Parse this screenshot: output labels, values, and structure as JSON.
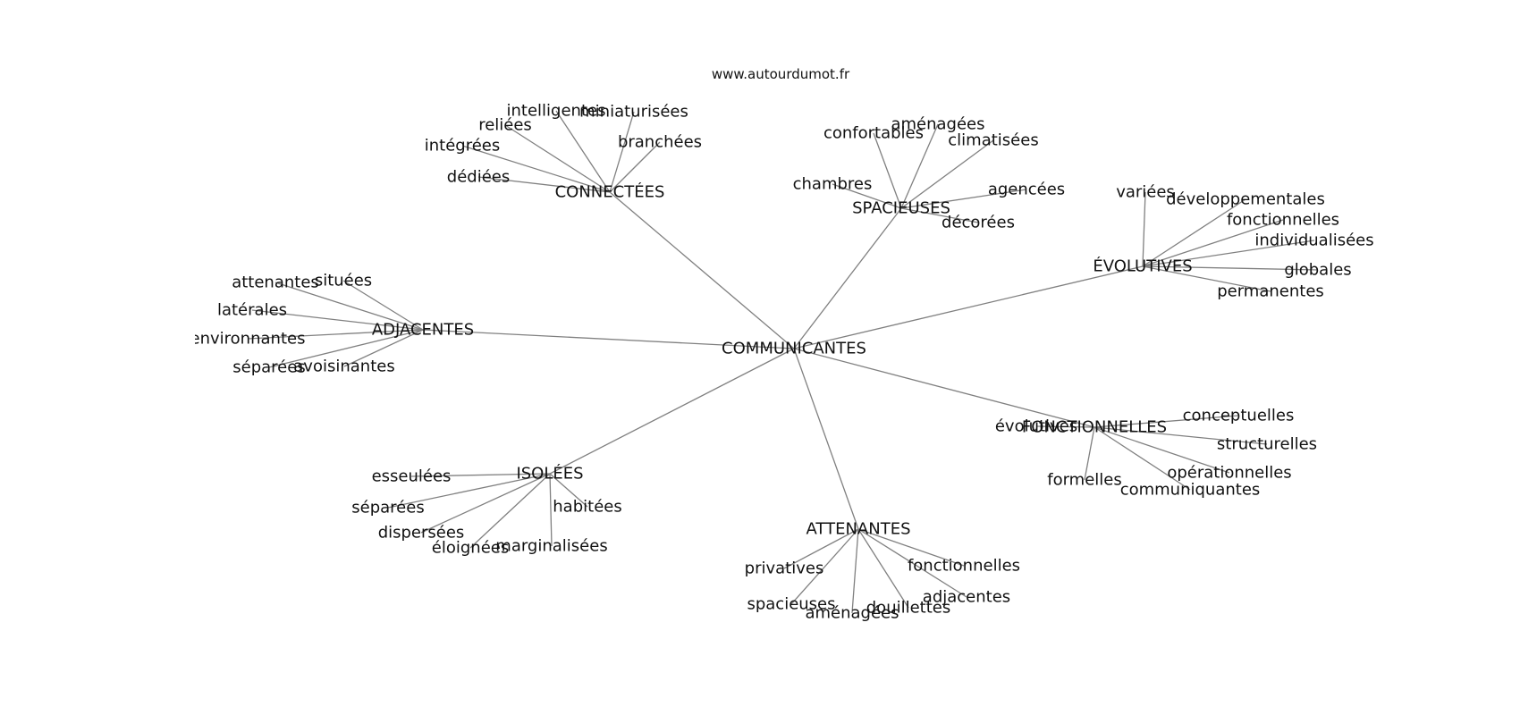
{
  "site": "www.autourdumot.fr",
  "root": "COMMUNICANTES",
  "groups": [
    {
      "hub": "CONNECTÉES",
      "leaves": [
        "intelligentes",
        "miniaturisées",
        "reliées",
        "branchées",
        "intégrées",
        "dédiées"
      ]
    },
    {
      "hub": "SPACIEUSES",
      "leaves": [
        "aménagées",
        "confortables",
        "climatisées",
        "chambres",
        "agencées",
        "décorées"
      ]
    },
    {
      "hub": "ÉVOLUTIVES",
      "leaves": [
        "variées",
        "développementales",
        "fonctionnelles",
        "individualisées",
        "globales",
        "permanentes"
      ]
    },
    {
      "hub": "ADJACENTES",
      "leaves": [
        "situées",
        "attenantes",
        "latérales",
        "environnantes",
        "séparées",
        "avoisinantes"
      ]
    },
    {
      "hub": "FONCTIONNELLES",
      "leaves": [
        "évolutives",
        "conceptuelles",
        "structurelles",
        "opérationnelles",
        "formelles",
        "communiquantes"
      ]
    },
    {
      "hub": "ISOLÉES",
      "leaves": [
        "esseulées",
        "séparées",
        "habitées",
        "dispersées",
        "éloignées",
        "marginalisées"
      ]
    },
    {
      "hub": "ATTENANTES",
      "leaves": [
        "privatives",
        "fonctionnelles",
        "adjacentes",
        "spacieuses",
        "aménagées",
        "douillettes"
      ]
    }
  ]
}
